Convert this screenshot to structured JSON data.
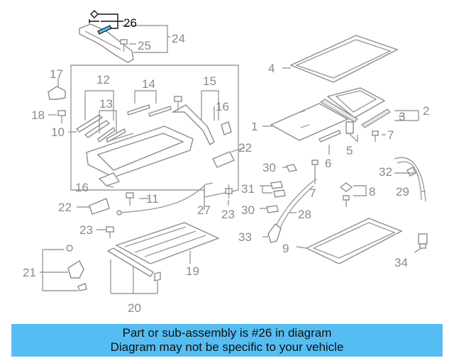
{
  "highlight_color": "#55bdf2",
  "diagram": {
    "callouts": {
      "c1": "1",
      "c2": "2",
      "c3": "3",
      "c4": "4",
      "c5": "5",
      "c6": "6",
      "c7a": "7",
      "c7b": "7",
      "c8": "8",
      "c9": "9",
      "c10": "10",
      "c11": "11",
      "c12": "12",
      "c13": "13",
      "c14": "14",
      "c15": "15",
      "c16a": "16",
      "c16b": "16",
      "c17": "17",
      "c18": "18",
      "c19": "19",
      "c20": "20",
      "c21": "21",
      "c22a": "22",
      "c22b": "22",
      "c23a": "23",
      "c23b": "23",
      "c24": "24",
      "c25": "25",
      "c26": "26",
      "c27": "27",
      "c28": "28",
      "c29": "29",
      "c30a": "30",
      "c30b": "30",
      "c31": "31",
      "c32": "32",
      "c33": "33",
      "c34": "34"
    }
  },
  "banner": {
    "line1": "Part or sub-assembly is #26 in diagram",
    "line2": "Diagram may not be specific to your vehicle"
  }
}
